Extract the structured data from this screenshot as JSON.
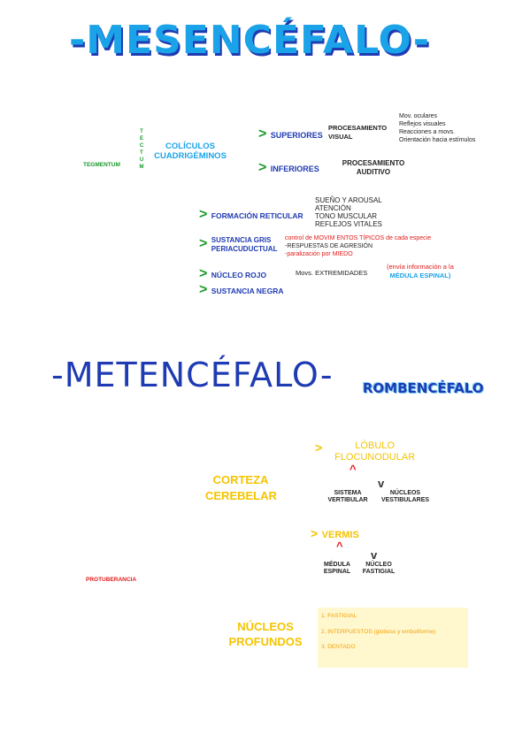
{
  "titles": {
    "mesencefalo": "-MESENCÉFALO-",
    "metencefalo": "-METENCÉFALO-",
    "rombencefalo": "ROMBENCÉFALO"
  },
  "mesencefalo": {
    "tegmentum": "TEGMENTUM",
    "tectum": "TECTUM",
    "coliculos": "COLÍCULOS CUADRIGÉMINOS",
    "superiores": "SUPERIORES",
    "proc_visual": "PROCESAMIENTO VISUAL",
    "visual_items": [
      "Mov. oculares",
      "Reflejos visuales",
      "Reacciones a movs.",
      "Orientación hacia estímulos"
    ],
    "inferiores": "INFERIORES",
    "proc_auditivo": "PROCESAMIENTO AUDITIVO",
    "formacion": "FORMACIÓN RETICULAR",
    "formacion_items": [
      "SUEÑO Y AROUSAL",
      "ATENCIÓN",
      "TONO MUSCULAR",
      "REFLEJOS VITALES"
    ],
    "sustancia_gris": "SUSTANCIA GRIS PERIACUDUCTUAL",
    "gris_line1": "control de MOVIM ENTOS TÍPICOS de cada especie",
    "gris_line2": "-RESPUESTAS DE AGRESIÓN",
    "gris_line3": "-paralización por MIEDO",
    "nucleo_rojo": "NÚCLEO ROJO",
    "movs": "Movs. EXTREMIDADES",
    "envia": "(envía información a la",
    "medula": "MÉDULA ESPINAL)",
    "sustancia_negra": "SUSTANCIA NEGRA"
  },
  "metencefalo": {
    "corteza": "CORTEZA CEREBELAR",
    "lobulo": "LÓBULO FLOCUNODULAR",
    "sistema_vert": "SISTEMA VERTIBULAR",
    "nucleos_vest": "NÚCLEOS VESTIBULARES",
    "vermis": "VERMIS",
    "medula_esp": "MÉDULA ESPINAL",
    "nucleo_fast": "NÚCLEO FASTIGIAL",
    "protuberancia": "PROTUBERANCIA",
    "nucleos_prof": "NÚCLEOS PROFUNDOS",
    "prof_items": [
      "1. FASTIGIAL",
      "2. INTERPUESTOS (globoso y emboliforme)",
      "3. DENTADO"
    ]
  },
  "colors": {
    "blue": "#1f3bb3",
    "cyan": "#1aa3e8",
    "green": "#1a9a2a",
    "red": "#e21b1b",
    "yellow": "#f5c400",
    "note_bg": "#fff8cf"
  }
}
